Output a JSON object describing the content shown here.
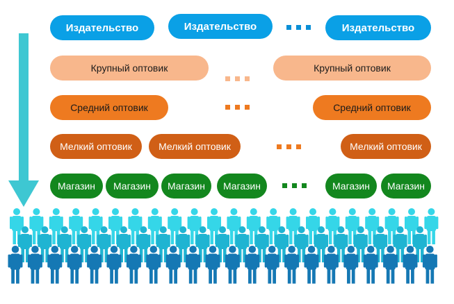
{
  "diagram": {
    "levels": [
      {
        "label": "Издательство",
        "count": 3,
        "dots_after": 2
      },
      {
        "label": "Крупный оптовик",
        "count": 2,
        "dots_after": 1
      },
      {
        "label": "Средний оптовик",
        "count": 2,
        "dots_after": 1
      },
      {
        "label": "Мелкий оптовик",
        "count": 3,
        "dots_after": 2
      },
      {
        "label": "Магазин",
        "count": 6,
        "dots_after": 4
      }
    ],
    "colors": {
      "publisher": "#0aa0e6",
      "large_wholesaler": "#f8b78c",
      "medium_wholesaler": "#ee7a20",
      "small_wholesaler": "#d05f16",
      "store": "#13871e",
      "arrow": "#3ec7d2",
      "people_back": "#35d6e8",
      "people_mid": "#1fb4d2",
      "people_front": "#1578b4"
    },
    "ellipsis_colors": [
      "#0a8fd6",
      "#f8b78c",
      "#ee7a20",
      "#ee7a20",
      "#13871e"
    ],
    "consumers": {
      "icon": "person-icon",
      "rows": 3
    },
    "flow_arrow": {
      "icon": "arrow-down-icon"
    }
  }
}
